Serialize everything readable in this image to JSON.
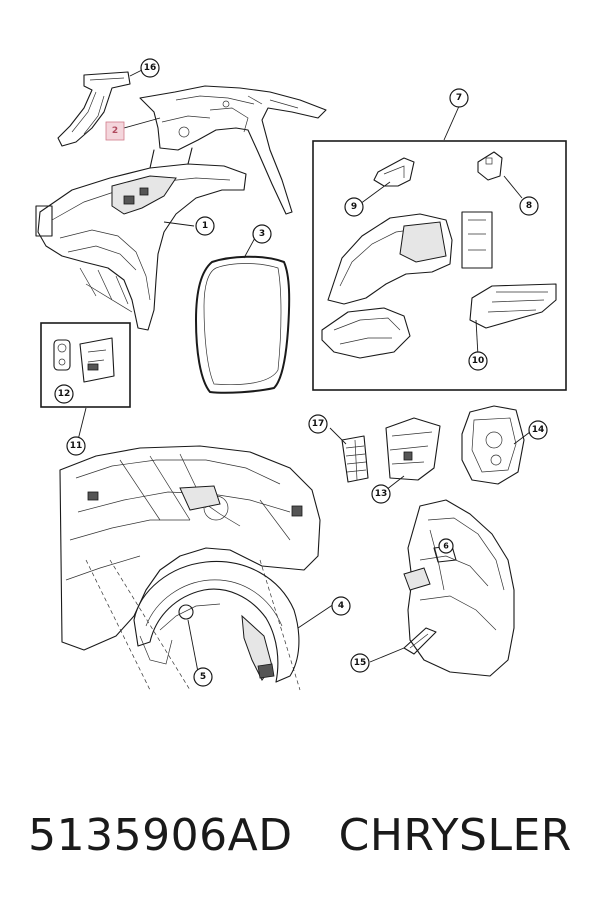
{
  "callouts": [
    {
      "id": "c1",
      "label": "1"
    },
    {
      "id": "c2",
      "label": "2",
      "highlighted": true
    },
    {
      "id": "c3",
      "label": "3"
    },
    {
      "id": "c4",
      "label": "4"
    },
    {
      "id": "c5",
      "label": "5"
    },
    {
      "id": "c6",
      "label": "6"
    },
    {
      "id": "c7",
      "label": "7"
    },
    {
      "id": "c8",
      "label": "8"
    },
    {
      "id": "c9",
      "label": "9"
    },
    {
      "id": "c10",
      "label": "10"
    },
    {
      "id": "c11",
      "label": "11"
    },
    {
      "id": "c12",
      "label": "12"
    },
    {
      "id": "c13",
      "label": "13"
    },
    {
      "id": "c14",
      "label": "14"
    },
    {
      "id": "c15",
      "label": "15"
    },
    {
      "id": "c16",
      "label": "16"
    },
    {
      "id": "c17",
      "label": "17"
    }
  ],
  "caption": {
    "part_number": "5135906AD",
    "brand": "CHRYSLER"
  },
  "colors": {
    "line": "#1a1a1a",
    "highlight_fill": "#f4d6dc",
    "highlight_stroke": "#d07a8a"
  }
}
